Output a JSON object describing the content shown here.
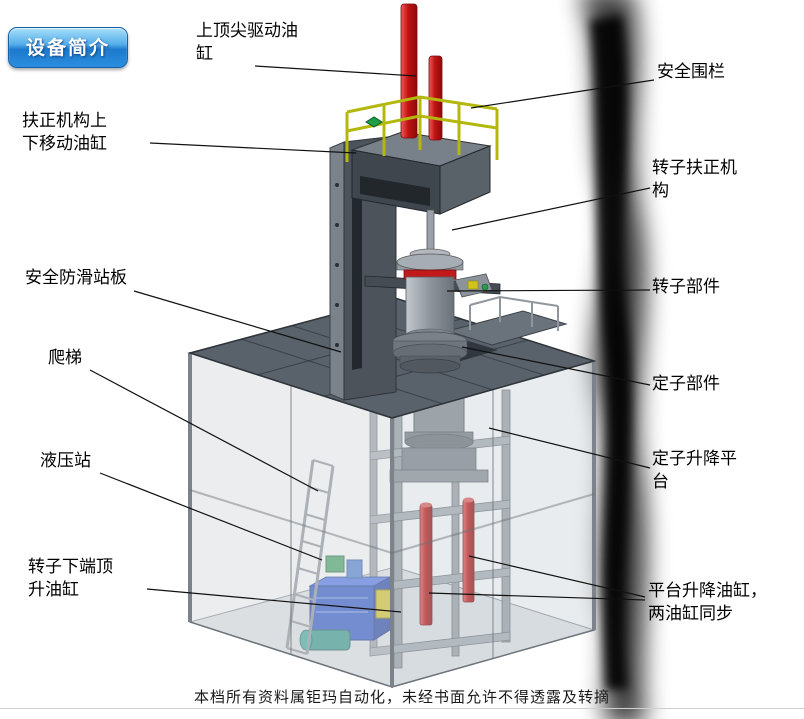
{
  "badge": {
    "label": "设备简介"
  },
  "callouts": {
    "top_cylinder": {
      "text": "上顶尖驱动油\n缸"
    },
    "safety_fence": {
      "text": "安全围栏"
    },
    "centering_cylinder": {
      "text": "扶正机构上\n下移动油缸"
    },
    "rotor_centering": {
      "text": "转子扶正机\n构"
    },
    "antislip_platform": {
      "text": "安全防滑站板"
    },
    "rotor_part": {
      "text": "转子部件"
    },
    "ladder": {
      "text": "爬梯"
    },
    "stator_part": {
      "text": "定子部件"
    },
    "hydraulic_station": {
      "text": "液压站"
    },
    "stator_lift_platform": {
      "text": "定子升降平\n台"
    },
    "rotor_jack_cylinder": {
      "text": "转子下端顶\n升油缸"
    },
    "platform_lift_cylinders": {
      "text": "平台升降油缸，\n两油缸同步"
    }
  },
  "footer": {
    "text": "本档所有资料属钜玛自动化，未经书面允许不得透露及转摘"
  },
  "colors": {
    "badge_blue": "#2b8ede",
    "cylinder_red": "#c01212",
    "railing_yellow": "#b4b80c",
    "platform_gray": "#59616a",
    "hydraulic_blue": "#2750c6",
    "enclosure_gray": "#cfd4d8"
  }
}
